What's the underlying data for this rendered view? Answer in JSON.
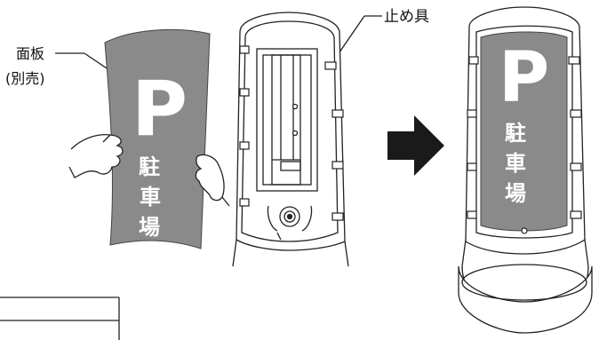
{
  "labels": {
    "panel": "面板",
    "sold_separately": "(別売)",
    "fastener": "止め具"
  },
  "sign": {
    "letter": "P",
    "char1": "駐",
    "char2": "車",
    "char3": "場"
  },
  "colors": {
    "panel_gray": "#8a8a8a",
    "stand_fill": "#ffffff",
    "line": "#222222",
    "arrow": "#1a1a1a"
  },
  "icons": {
    "arrow": "right-arrow-icon"
  }
}
